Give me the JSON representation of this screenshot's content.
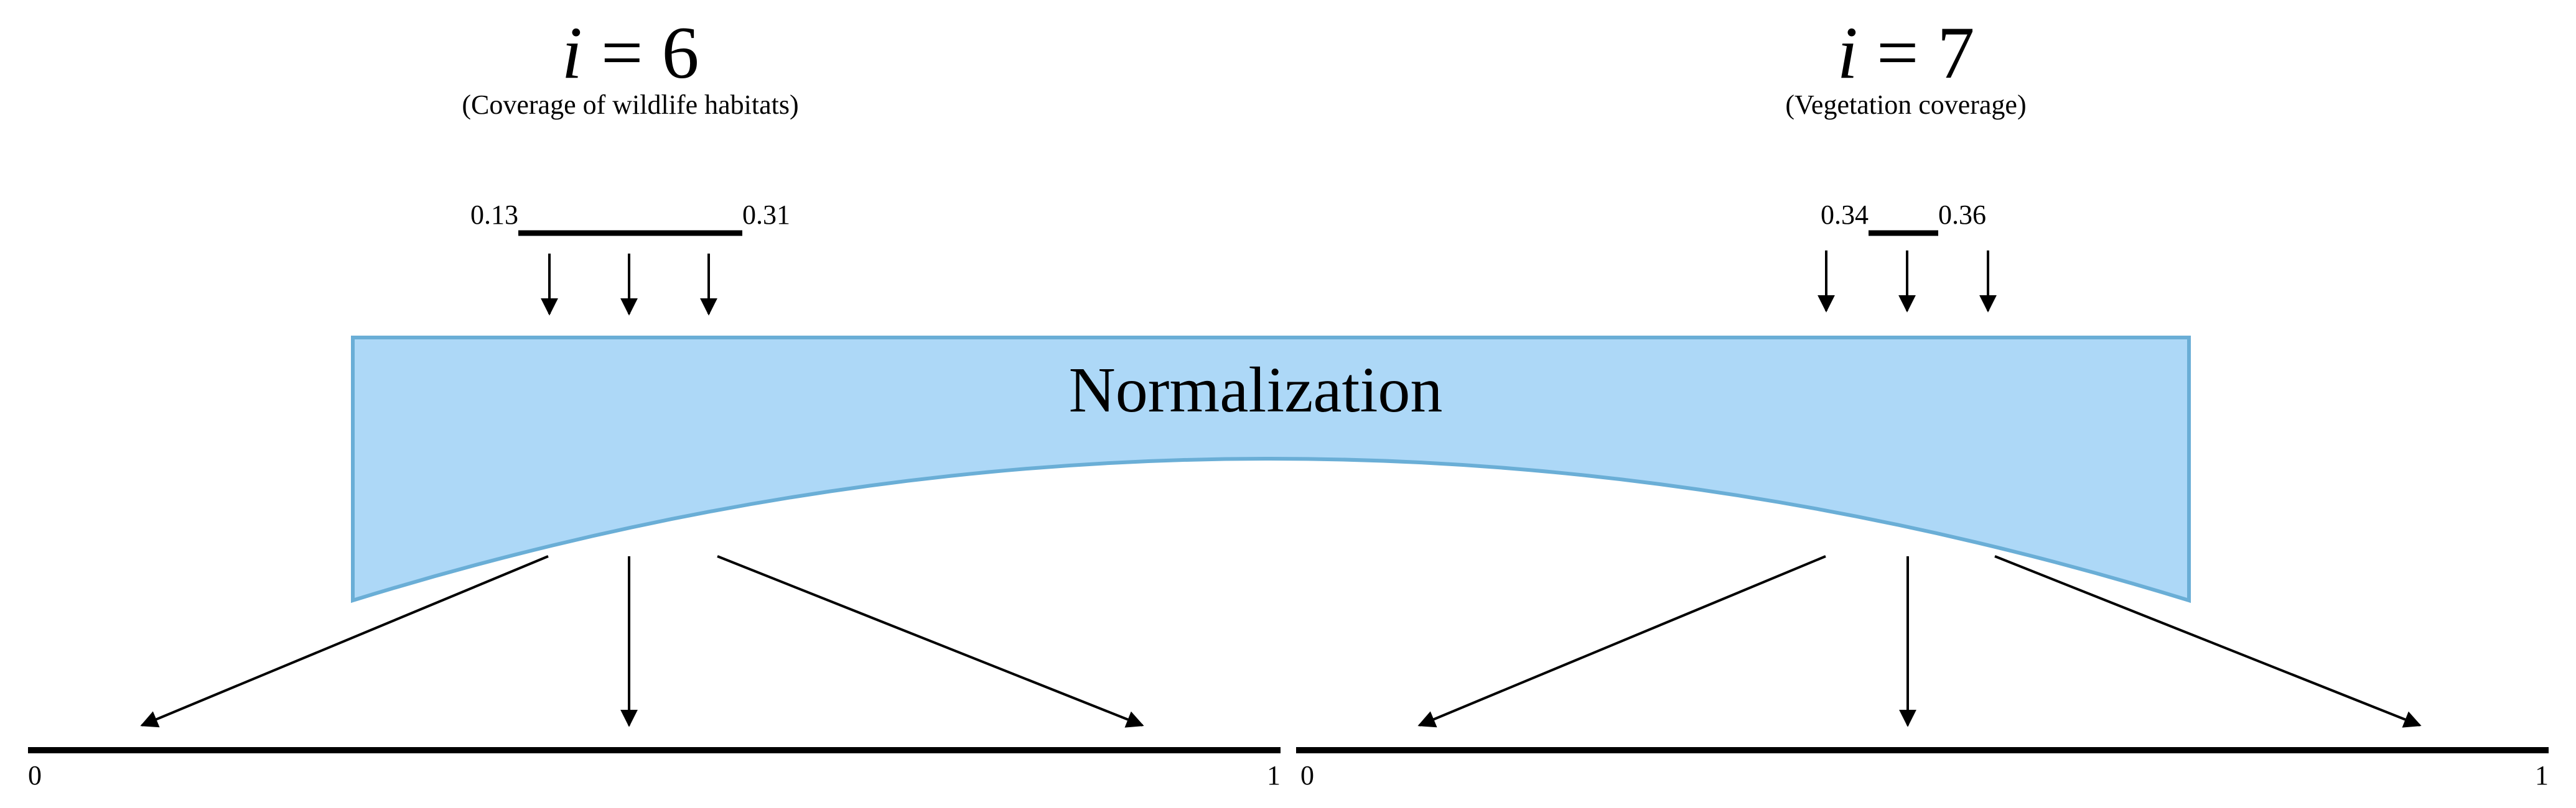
{
  "panels": [
    {
      "index_var": "i",
      "equals": " = ",
      "index_value": "6",
      "subtitle": "(Coverage of wildlife habitats)",
      "range_min": "0.13",
      "range_max": "0.31",
      "axis_min": "0",
      "axis_max": "1"
    },
    {
      "index_var": "i",
      "equals": " = ",
      "index_value": "7",
      "subtitle": "(Vegetation coverage)",
      "range_min": "0.34",
      "range_max": "0.36",
      "axis_min": "0",
      "axis_max": "1"
    }
  ],
  "normalization": {
    "label": "Normalization",
    "fill_color": "#add8f7",
    "stroke_color": "#6aaed6"
  }
}
